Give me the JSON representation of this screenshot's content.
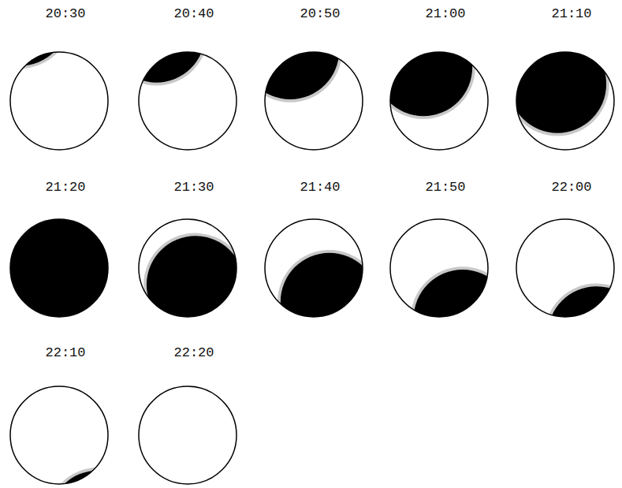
{
  "diagram": {
    "labels": [
      "20:30",
      "20:40",
      "20:50",
      "21:00",
      "21:10",
      "21:20",
      "21:30",
      "21:40",
      "21:50",
      "22:00",
      "22:10",
      "22:20"
    ]
  }
}
